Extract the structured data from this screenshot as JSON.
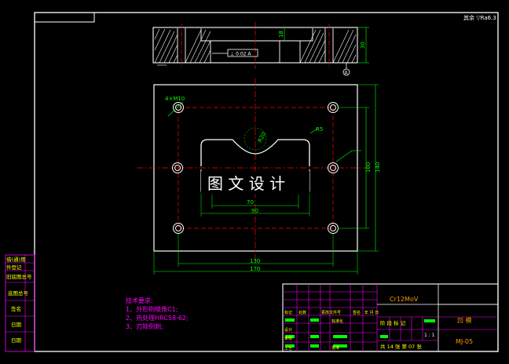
{
  "drawing": {
    "roughness_note": "其余 ▽Ra6.3",
    "watermark": "图 文 设 计",
    "dim_hole_spec": "4×M10",
    "dim_r5": "R5",
    "dim_r20": "R20",
    "dim_70": "70",
    "dim_90": "90",
    "dim_130": "130",
    "dim_170": "170",
    "dim_100": "100",
    "dim_140": "140",
    "dim_30": "30",
    "dim_18": "18",
    "tolerance_box": "⊥ 0.02 A",
    "datum_label": "A"
  },
  "tech_requirements": {
    "title": "技术要求:",
    "items": [
      "1、外形倒棱角C1;",
      "2、热处理HRC58-62;",
      "3、刃除倒刺;"
    ]
  },
  "left_strip": {
    "labels": [
      "借(通)用",
      "件登记",
      "旧底图总号",
      "底图总号",
      "签名",
      "日期",
      "日期"
    ]
  },
  "title_block": {
    "material": "Cr12MoV",
    "part_name": "凹 模",
    "drawing_no": "MJ-05",
    "scale": "1 : 1",
    "sheet_info": "共 14 张   第 07 张",
    "stage_label": "阶 段 标 记",
    "weight_label": "重量",
    "scale_label": "比例"
  },
  "colors": {
    "frame": "#ffffff",
    "dimension": "#00ff00",
    "centerline": "#ff0000",
    "title_block_grid": "#ff00ff",
    "text": "#ffff00",
    "hatch": "#ffffff"
  }
}
